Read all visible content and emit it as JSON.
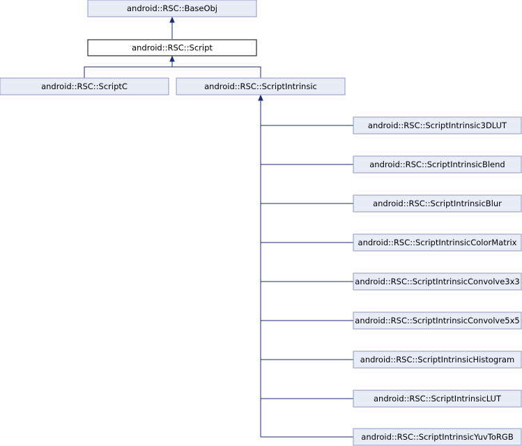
{
  "nodes": {
    "base_obj": "android::RSC::BaseObj",
    "script": "android::RSC::Script",
    "script_c": "android::RSC::ScriptC",
    "script_intrinsic": "android::RSC::ScriptIntrinsic",
    "intrinsic_3dlut": "android::RSC::ScriptIntrinsic3DLUT",
    "intrinsic_blend": "android::RSC::ScriptIntrinsicBlend",
    "intrinsic_blur": "android::RSC::ScriptIntrinsicBlur",
    "intrinsic_color_matrix": "android::RSC::ScriptIntrinsicColorMatrix",
    "intrinsic_convolve3x3": "android::RSC::ScriptIntrinsicConvolve3x3",
    "intrinsic_convolve5x5": "android::RSC::ScriptIntrinsicConvolve5x5",
    "intrinsic_histogram": "android::RSC::ScriptIntrinsicHistogram",
    "intrinsic_lut": "android::RSC::ScriptIntrinsicLUT",
    "intrinsic_yuv_to_rgb": "android::RSC::ScriptIntrinsicYuvToRGB"
  },
  "colors": {
    "node_fill": "#e8ecf7",
    "node_border": "#8a98c8",
    "current_fill": "#ffffff",
    "current_border": "#000000",
    "edge": "#1a2a78"
  }
}
